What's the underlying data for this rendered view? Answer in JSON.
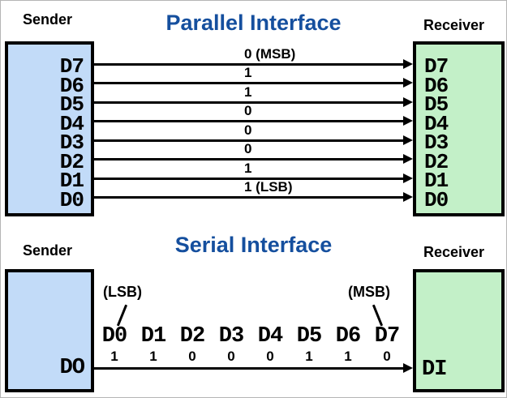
{
  "parallel": {
    "title": "Parallel Interface",
    "sender_label": "Sender",
    "receiver_label": "Receiver",
    "sender_pins": [
      "D7",
      "D6",
      "D5",
      "D4",
      "D3",
      "D2",
      "D1",
      "D0"
    ],
    "receiver_pins": [
      "D7",
      "D6",
      "D5",
      "D4",
      "D3",
      "D2",
      "D1",
      "D0"
    ],
    "bits": [
      "0 (MSB)",
      "1",
      "1",
      "0",
      "0",
      "0",
      "1",
      "1 (LSB)"
    ]
  },
  "serial": {
    "title": "Serial Interface",
    "sender_label": "Sender",
    "receiver_label": "Receiver",
    "sender_port": "DO",
    "receiver_port": "DI",
    "lsb_annotation": "(LSB)",
    "msb_annotation": "(MSB)",
    "bit_names": [
      "D0",
      "D1",
      "D2",
      "D3",
      "D4",
      "D5",
      "D6",
      "D7"
    ],
    "bit_values": [
      "1",
      "1",
      "0",
      "0",
      "0",
      "1",
      "1",
      "0"
    ]
  },
  "colors": {
    "sender_box_fill": "#C2DBF8",
    "receiver_box_fill": "#C3F0C8",
    "title_text": "#154F9E",
    "wire": "#000000"
  }
}
